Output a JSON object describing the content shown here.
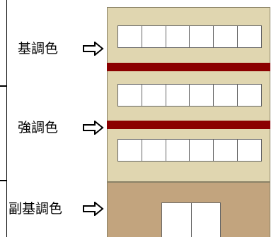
{
  "labels": {
    "base": "基調色",
    "accent": "強調色",
    "sub_base": "副基調色"
  },
  "colors": {
    "base": "#e0d6b0",
    "accent": "#8b0000",
    "sub_base": "#c2a47e"
  },
  "icons": {
    "pointer": "right-arrow-icon"
  }
}
